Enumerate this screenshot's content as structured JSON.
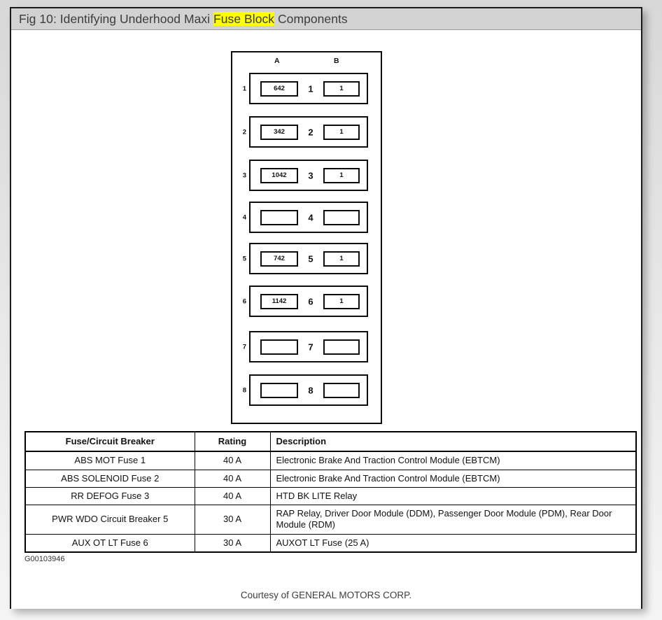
{
  "window": {
    "title_prefix": "Fig 10: Identifying Underhood Maxi ",
    "title_highlight": "Fuse Block",
    "title_suffix": " Components"
  },
  "diagram": {
    "column_headers": {
      "a": "A",
      "b": "B"
    },
    "rows": [
      {
        "row_label": "1",
        "slot_a": "642",
        "center": "1",
        "slot_b": "1"
      },
      {
        "row_label": "2",
        "slot_a": "342",
        "center": "2",
        "slot_b": "1"
      },
      {
        "row_label": "3",
        "slot_a": "1042",
        "center": "3",
        "slot_b": "1"
      },
      {
        "row_label": "4",
        "slot_a": "",
        "center": "4",
        "slot_b": ""
      },
      {
        "row_label": "5",
        "slot_a": "742",
        "center": "5",
        "slot_b": "1"
      },
      {
        "row_label": "6",
        "slot_a": "1142",
        "center": "6",
        "slot_b": "1"
      },
      {
        "row_label": "7",
        "slot_a": "",
        "center": "7",
        "slot_b": ""
      },
      {
        "row_label": "8",
        "slot_a": "",
        "center": "8",
        "slot_b": ""
      }
    ]
  },
  "table": {
    "headers": {
      "name": "Fuse/Circuit Breaker",
      "rating": "Rating",
      "description": "Description"
    },
    "rows": [
      {
        "name": "ABS MOT Fuse 1",
        "rating": "40 A",
        "description": "Electronic Brake And Traction Control Module (EBTCM)"
      },
      {
        "name": "ABS SOLENOID Fuse 2",
        "rating": "40 A",
        "description": "Electronic Brake And Traction Control Module (EBTCM)"
      },
      {
        "name": "RR DEFOG Fuse 3",
        "rating": "40 A",
        "description": "HTD BK LITE Relay"
      },
      {
        "name": "PWR WDO Circuit Breaker 5",
        "rating": "30 A",
        "description": "RAP Relay, Driver Door Module (DDM), Passenger Door Module (PDM), Rear Door Module (RDM)"
      },
      {
        "name": "AUX OT LT Fuse 6",
        "rating": "30 A",
        "description": "AUXOT LT Fuse (25 A)"
      }
    ]
  },
  "figure_id": "G00103946",
  "courtesy": "Courtesy of GENERAL MOTORS CORP."
}
